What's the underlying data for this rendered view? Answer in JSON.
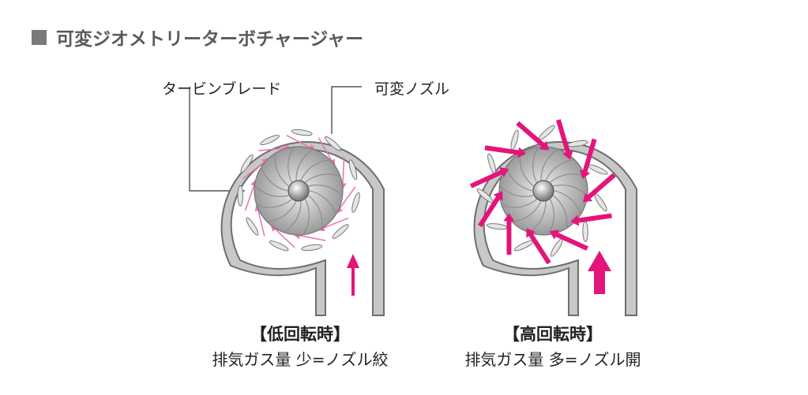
{
  "title": "可変ジオメトリーターボチャージャー",
  "labels": {
    "turbine_blade": "タービンブレード",
    "variable_nozzle": "可変ノズル"
  },
  "low": {
    "mode": "【低回転時】",
    "desc": "排気ガス量 少=ノズル絞"
  },
  "high": {
    "mode": "【高回転時】",
    "desc": "排気ガス量 多=ノズル開"
  },
  "colors": {
    "housing_fill": "#c8c8c8",
    "housing_stroke": "#6e6e6e",
    "arrow": "#e4147a",
    "arrow_thin": "#ee6fb3",
    "title_square": "#7a7a7a"
  }
}
